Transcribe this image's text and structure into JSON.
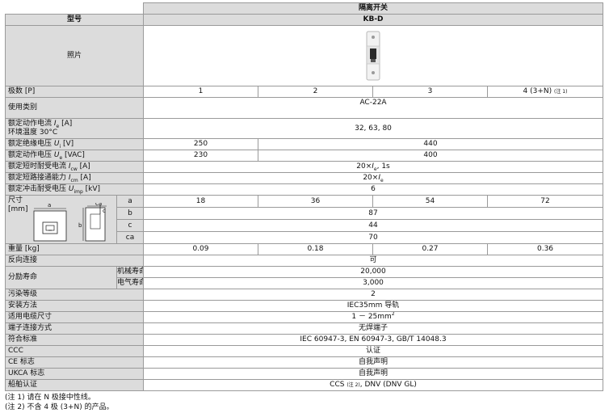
{
  "header": {
    "product_title": "隔离开关",
    "model_label": "型号",
    "model_value": "KB-D",
    "photo_label": "照片"
  },
  "poles": {
    "label": "极数 [P]",
    "values": [
      "1",
      "2",
      "3",
      "4 (3+N)"
    ],
    "note_mark": "(注 1)"
  },
  "category": {
    "label": "使用类别",
    "value": "AC-22A"
  },
  "current": {
    "label_line1_pre": "额定动作电流 ",
    "label_line1_sym": "I",
    "label_line1_sub": "e",
    "label_line1_post": " [A]",
    "label_line2": "环境温度 30°C",
    "value": "32, 63, 80"
  },
  "insulation": {
    "label_pre": "额定绝缘电压 ",
    "sym": "U",
    "sub": "i",
    "post": " [V]",
    "values": [
      "250",
      "440"
    ]
  },
  "op_voltage": {
    "label_pre": "额定动作电压 ",
    "sym": "U",
    "sub": "e",
    "post": " [VAC]",
    "values": [
      "230",
      "400"
    ]
  },
  "short_time": {
    "label_pre": "额定短时耐受电流 ",
    "sym": "I",
    "sub": "cw",
    "post": " [A]",
    "value_pre": "20×",
    "value_sym": "I",
    "value_sub": "e",
    "value_post": ", 1s"
  },
  "short_make": {
    "label_pre": "额定短路接通能力 ",
    "sym": "I",
    "sub": "cm",
    "post": " [A]",
    "value_pre": "20×",
    "value_sym": "I",
    "value_sub": "e"
  },
  "impulse": {
    "label_pre": "额定冲击耐受电压 ",
    "sym": "U",
    "sub": "imp",
    "post": " [kV]",
    "value": "6"
  },
  "dimensions": {
    "label_line1": "尺寸",
    "label_line2": "[mm]",
    "fig_labels": {
      "a": "a",
      "b": "b",
      "c": "c",
      "ca": "ca"
    },
    "rows": [
      {
        "key": "a",
        "values": [
          "18",
          "36",
          "54",
          "72"
        ]
      },
      {
        "key": "b",
        "value": "87"
      },
      {
        "key": "c",
        "value": "44"
      },
      {
        "key": "ca",
        "value": "70"
      }
    ]
  },
  "weight": {
    "label": "重量 [kg]",
    "values": [
      "0.09",
      "0.18",
      "0.27",
      "0.36"
    ]
  },
  "reverse": {
    "label": "反向连接",
    "value": "可"
  },
  "life": {
    "label": "分励寿命",
    "mech_label": "机械寿命",
    "mech_value": "20,000",
    "elec_label": "电气寿命",
    "elec_value": "3,000"
  },
  "pollution": {
    "label": "污染等级",
    "value": "2"
  },
  "mounting": {
    "label": "安装方法",
    "value": "IEC35mm 导轨"
  },
  "cable": {
    "label": "适用电缆尺寸",
    "value_pre": "1 － 25mm",
    "value_sup": "2"
  },
  "terminal": {
    "label": "端子连接方式",
    "value": "无焊端子"
  },
  "standards": {
    "label": "符合标准",
    "value": "IEC 60947-3, EN 60947-3, GB/T 14048.3"
  },
  "ccc": {
    "label": "CCC",
    "value": "认证"
  },
  "ce": {
    "label": "CE 标志",
    "value": "自我声明"
  },
  "ukca": {
    "label": "UKCA 标志",
    "value": "自我声明"
  },
  "marine": {
    "label": "船舶认证",
    "value_pre": "CCS ",
    "value_note": "(注 2)",
    "value_post": ", DNV (DNV GL)"
  },
  "notes": [
    "(注 1) 请在 N 极接中性线。",
    "(注 2) 不含 4 极 (3+N) 的产品。"
  ],
  "colors": {
    "label_bg": "#dcdcdc",
    "border": "#9a9a9a",
    "cell_bg": "#ffffff"
  }
}
